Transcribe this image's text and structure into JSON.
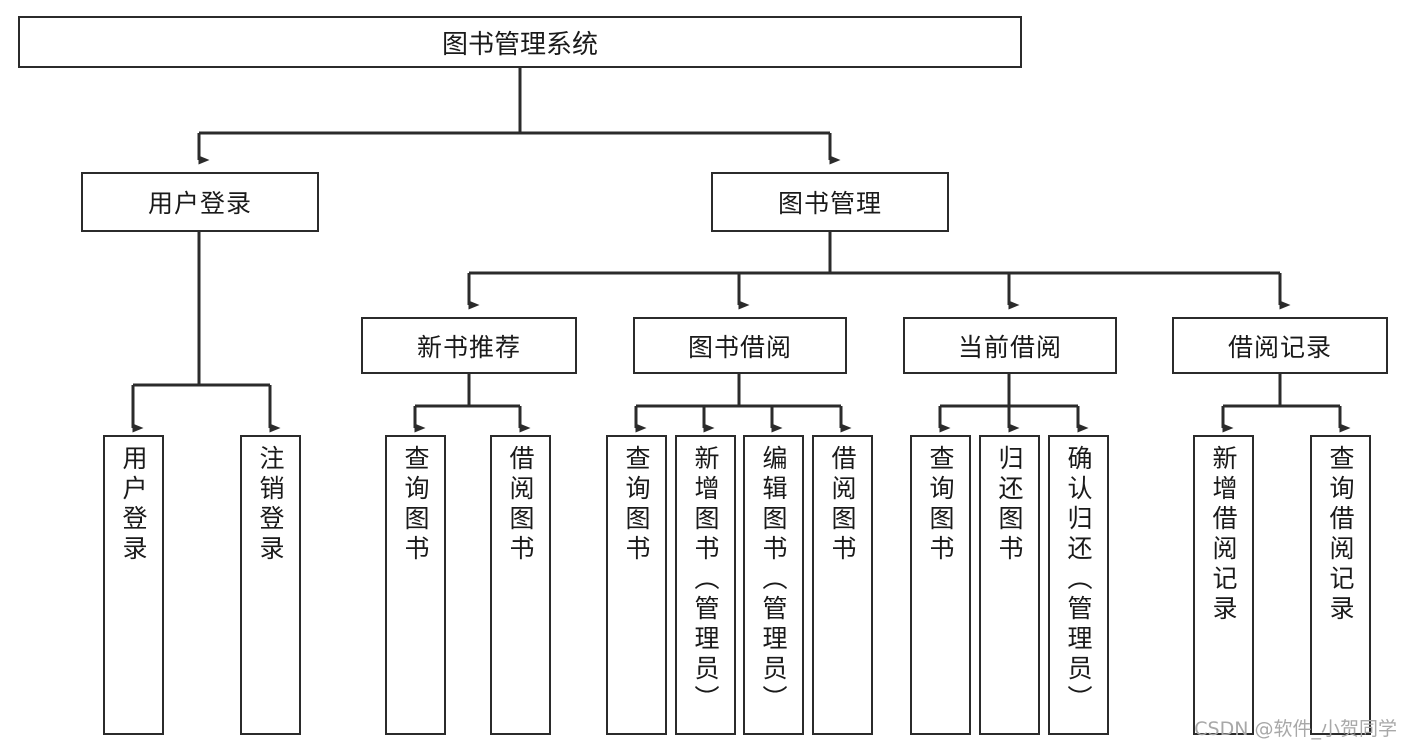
{
  "diagram": {
    "title": "图书管理系统",
    "type": "hierarchy-tree",
    "background_color": "#ffffff",
    "line_color": "#2b2b2b",
    "text_color": "#1a1a1a",
    "levels": 4
  },
  "root": {
    "label": "图书管理系统"
  },
  "level2": [
    {
      "label": "用户登录"
    },
    {
      "label": "图书管理"
    }
  ],
  "level3": [
    {
      "label": "新书推荐"
    },
    {
      "label": "图书借阅"
    },
    {
      "label": "当前借阅"
    },
    {
      "label": "借阅记录"
    }
  ],
  "leaves": {
    "user_login": [
      {
        "label": "用户登录"
      },
      {
        "label": "注销登录"
      }
    ],
    "new_book": [
      {
        "label": "查询图书"
      },
      {
        "label": "借阅图书"
      }
    ],
    "book_borrow": [
      {
        "label": "查询图书"
      },
      {
        "label": "新增图书（管理员）"
      },
      {
        "label": "编辑图书（管理员）"
      },
      {
        "label": "借阅图书"
      }
    ],
    "current_borrow": [
      {
        "label": "查询图书"
      },
      {
        "label": "归还图书"
      },
      {
        "label": "确认归还（管理员）"
      }
    ],
    "borrow_record": [
      {
        "label": "新增借阅记录"
      },
      {
        "label": "查询借阅记录"
      }
    ]
  },
  "watermark": {
    "text": "CSDN @软件_小贺同学",
    "color": "#a8a8a8"
  }
}
